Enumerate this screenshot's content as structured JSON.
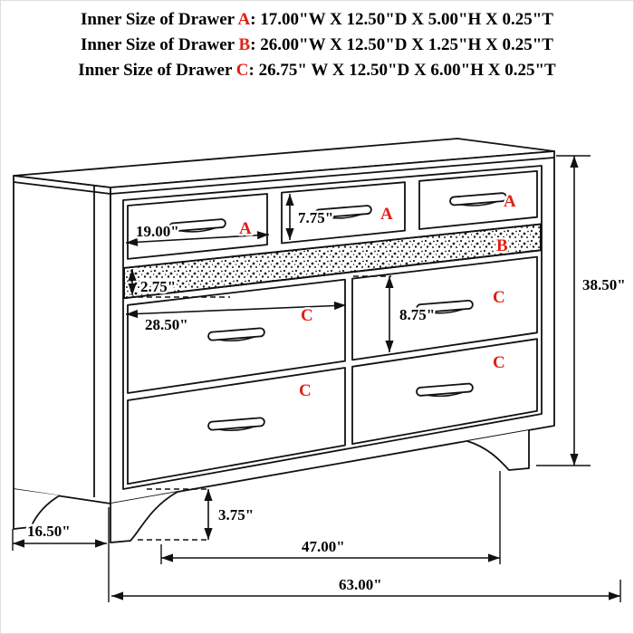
{
  "colors": {
    "red": "#e02016",
    "line": "#111111"
  },
  "header": {
    "lines": [
      {
        "prefix": "Inner Size of Drawer ",
        "letter": "A",
        "rest": ": 17.00\"W X 12.50\"D X 5.00\"H X 0.25\"T"
      },
      {
        "prefix": "Inner Size of Drawer ",
        "letter": "B",
        "rest": ": 26.00\"W X 12.50\"D X 1.25\"H X 0.25\"T"
      },
      {
        "prefix": "Inner Size of Drawer ",
        "letter": "C",
        "rest": ": 26.75\" W X 12.50\"D X 6.00\"H X 0.25\"T"
      }
    ]
  },
  "diagram": {
    "drawer_letters": {
      "a1": "A",
      "a2": "A",
      "a3": "A",
      "b": "B",
      "c1": "C",
      "c2": "C",
      "c3": "C",
      "c4": "C"
    },
    "dimensions": {
      "top_drawer_width": "19.00\"",
      "drawer_a_height": "7.75\"",
      "drawer_b_height": "2.75\"",
      "drawer_c_width": "28.50\"",
      "drawer_c_height": "8.75\"",
      "overall_height": "38.50\"",
      "foot_height": "3.75\"",
      "side_depth": "16.50\"",
      "feet_span_width": "47.00\"",
      "overall_width": "63.00\""
    }
  }
}
